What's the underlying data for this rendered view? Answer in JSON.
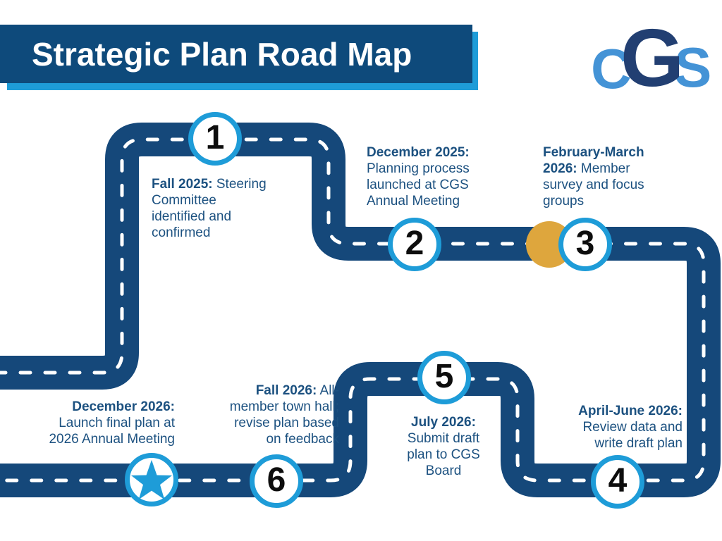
{
  "title": "Strategic Plan Road Map",
  "logo": {
    "letter_c": "C",
    "letter_g": "G",
    "letter_s": "S"
  },
  "colors": {
    "banner_navy": "#0E4A7B",
    "banner_shadow_blue": "#1E9CD8",
    "road_navy": "#15487A",
    "road_dash_white": "#ffffff",
    "marker_ring_blue": "#1E9CD8",
    "marker_number_black": "#0d0d0d",
    "label_text_navy": "#1C5180",
    "gold_marker": "#DEA63D",
    "logo_light_blue": "#4493D6",
    "logo_dark_navy": "#223F72"
  },
  "milestones": [
    {
      "number": "1",
      "label": {
        "lines": [
          {
            "bold": "Fall 2025:",
            "text": " Steering"
          },
          {
            "bold": "",
            "text": "Committee"
          },
          {
            "bold": "",
            "text": "identified and"
          },
          {
            "bold": "",
            "text": "confirmed"
          }
        ]
      }
    },
    {
      "number": "2",
      "label": {
        "lines": [
          {
            "bold": "December 2025:",
            "text": ""
          },
          {
            "bold": "",
            "text": "Planning process"
          },
          {
            "bold": "",
            "text": "launched at CGS"
          },
          {
            "bold": "",
            "text": "Annual Meeting"
          }
        ]
      }
    },
    {
      "number": "3",
      "label": {
        "lines": [
          {
            "bold": "February-March",
            "text": ""
          },
          {
            "bold": "2026:",
            "text": " Member"
          },
          {
            "bold": "",
            "text": "survey and focus"
          },
          {
            "bold": "",
            "text": "groups"
          }
        ]
      }
    },
    {
      "number": "4",
      "label": {
        "lines": [
          {
            "bold": "April-June 2026:",
            "text": ""
          },
          {
            "bold": "",
            "text": "Review data and"
          },
          {
            "bold": "",
            "text": "write draft plan"
          }
        ]
      }
    },
    {
      "number": "5",
      "label": {
        "lines": [
          {
            "bold": "July 2026:",
            "text": ""
          },
          {
            "bold": "",
            "text": "Submit draft"
          },
          {
            "bold": "",
            "text": "plan to CGS"
          },
          {
            "bold": "",
            "text": "Board"
          }
        ]
      }
    },
    {
      "number": "6",
      "label": {
        "lines": [
          {
            "bold": "Fall 2026:",
            "text": " All-"
          },
          {
            "bold": "",
            "text": "member town hall;"
          },
          {
            "bold": "",
            "text": "revise plan based"
          },
          {
            "bold": "",
            "text": "on feedback"
          }
        ]
      }
    },
    {
      "number": "",
      "icon": "star",
      "label": {
        "lines": [
          {
            "bold": "December 2026:",
            "text": ""
          },
          {
            "bold": "",
            "text": "Launch final plan at"
          },
          {
            "bold": "",
            "text": "2026 Annual Meeting"
          }
        ]
      }
    }
  ]
}
